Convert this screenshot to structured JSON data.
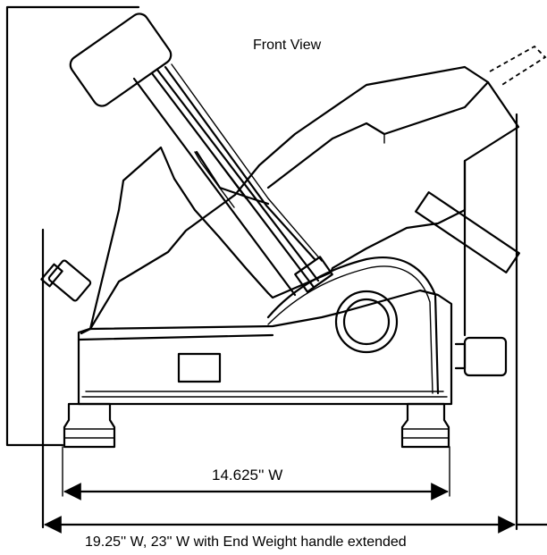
{
  "view_title": "Front View",
  "dimensions": {
    "base_width": "14.625'' W",
    "overall_width": "19.25'' W, 23'' W with End Weight handle extended"
  },
  "colors": {
    "ink": "#000000",
    "paper": "#ffffff"
  }
}
